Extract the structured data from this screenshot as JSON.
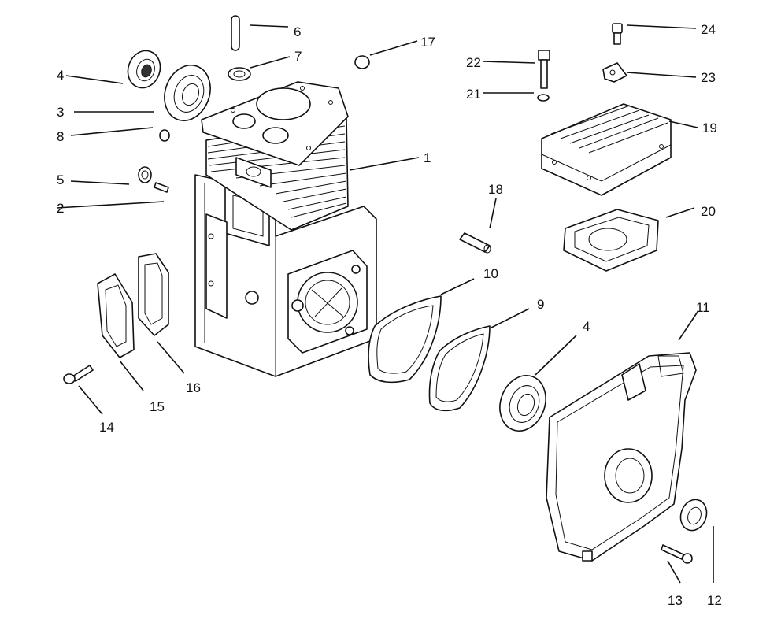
{
  "diagram": {
    "callouts": [
      "1",
      "2",
      "3",
      "4",
      "4",
      "5",
      "6",
      "7",
      "8",
      "9",
      "10",
      "11",
      "12",
      "13",
      "14",
      "15",
      "16",
      "17",
      "18",
      "19",
      "20",
      "21",
      "22",
      "23",
      "24"
    ]
  }
}
